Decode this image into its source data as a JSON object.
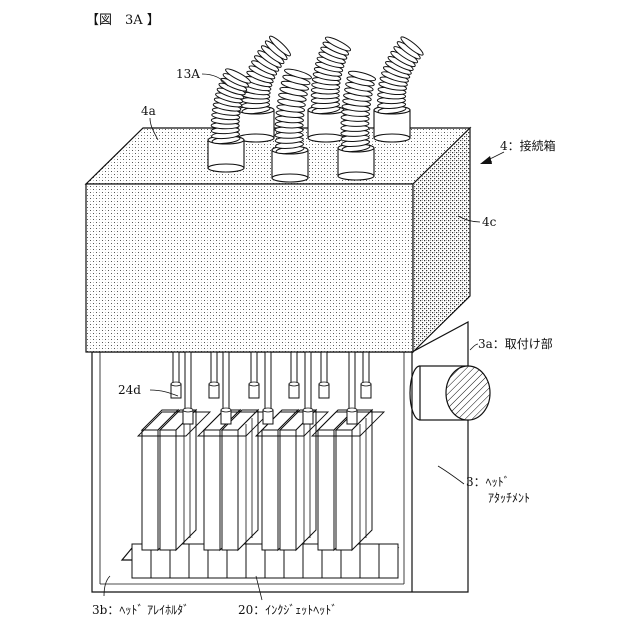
{
  "figure": {
    "title": "【図　3A 】",
    "labels": {
      "hose": "13A",
      "top_face": "4a",
      "box": "4：接続箱",
      "side_face": "4c",
      "mount": "3a：取付け部",
      "tube": "24d",
      "attachment_line1": "3：ﾍｯﾄﾞ",
      "attachment_line2": "ｱﾀｯﾁﾒﾝﾄ",
      "holder": "3b：ﾍｯﾄﾞ ｱﾚｲﾎﾙﾀﾞ",
      "inkjet": "20：ｲﾝｸｼﾞｪｯﾄﾍｯﾄﾞ"
    },
    "colors": {
      "line": "#111111",
      "background": "#ffffff"
    }
  }
}
